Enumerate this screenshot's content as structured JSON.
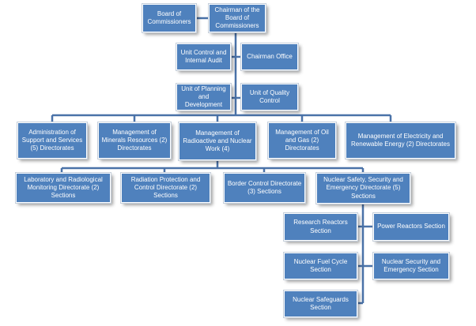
{
  "colors": {
    "box_fill": "#4f81bd",
    "connector": "#4a72a8"
  },
  "nodes": {
    "board_of_commissioners": "Board of\nCommissioners",
    "chairman": "Chairman  of the\nBoard of\nCommissioners",
    "unit_control_audit": "Unit Control and\nInternal  Audit",
    "chairman_office": "Chairman  Office",
    "unit_planning": "Unit of Planning\nand Development",
    "unit_quality": "Unit of Quality\nControl",
    "admin_support": "Administration  of\nSupport and Services\n(5) Directorates",
    "mgmt_minerals": "Management  of\nMinerals Resources (2)\nDirectorates",
    "mgmt_radioactive": "Management  of\nRadioactive  and  Nuclear\nWork (4)",
    "mgmt_oil_gas": "Management  of Oil\nand Gas (2)\nDirectorates",
    "mgmt_electricity": "Management  of Electricity and\nRenewable  Energy  (2) Directorates",
    "lab_radiological": "Laboratory  and Radiological\nMonitoring Directorate  (2)\nSections",
    "radiation_protection": "Radiation  Protection and\nControl Directorate  (2)\nSections",
    "border_control": "Border Control Directorate\n(3) Sections",
    "nuclear_safety": "Nuclear Safety, Security and\nEmergency  Directorate  (5)\nSections",
    "research_reactors": "Research  Reactors\nSection",
    "power_reactors": "Power Reactors  Section",
    "nuclear_fuel": "Nuclear Fuel Cycle\nSection",
    "nuclear_security": "Nuclear Security and\nEmergency  Section",
    "nuclear_safeguards": "Nuclear  Safeguards\nSection"
  }
}
